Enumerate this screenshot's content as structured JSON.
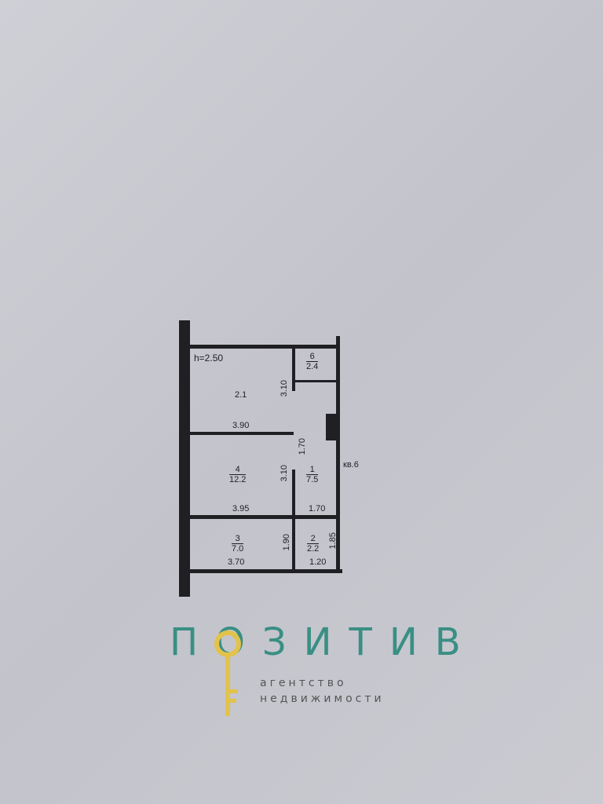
{
  "plan": {
    "height_label": "h=2.50",
    "apartment_label": "кв.6",
    "rooms": [
      {
        "number": "6",
        "area": "2.4"
      },
      {
        "number": "",
        "area": "2.1"
      },
      {
        "number": "4",
        "area": "12.2"
      },
      {
        "number": "1",
        "area": "7.5"
      },
      {
        "number": "3",
        "area": "7.0"
      },
      {
        "number": "2",
        "area": "2.2"
      }
    ],
    "dimensions": [
      "3.10",
      "3.90",
      "1.70",
      "3.10",
      "3.95",
      "1.70",
      "1.90",
      "3.70",
      "1.85",
      "1.20"
    ]
  },
  "watermark": {
    "brand": "ПОЗИТИВ",
    "line1": "агентство",
    "line2": "недвижимости",
    "brand_color": "#2a8a7c",
    "key_color": "#e3c24a"
  }
}
